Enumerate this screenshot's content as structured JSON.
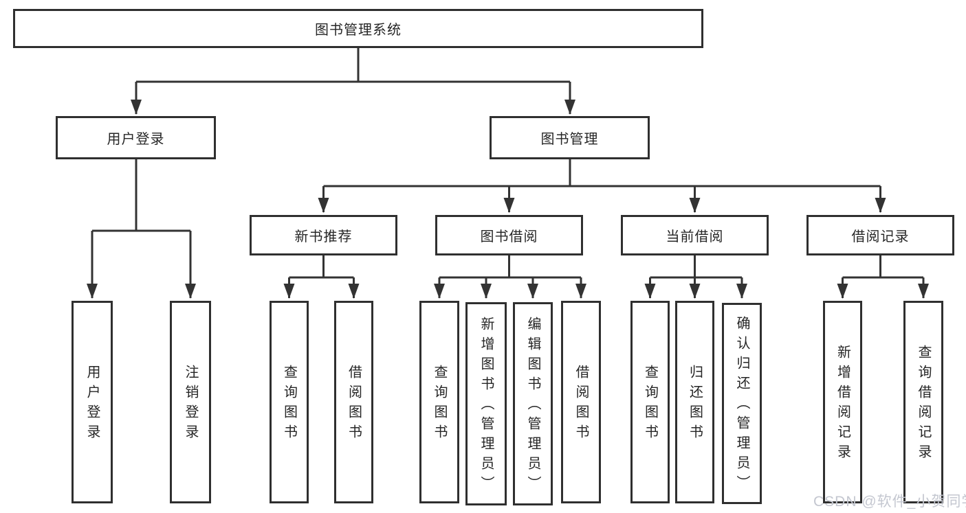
{
  "tree": {
    "root": "图书管理系统",
    "level2": [
      "用户登录",
      "图书管理"
    ],
    "level3": [
      "新书推荐",
      "图书借阅",
      "当前借阅",
      "借阅记录"
    ],
    "leaves": {
      "user_login": [
        "用户登录",
        "注销登录"
      ],
      "new_book_rec": [
        "查询图书",
        "借阅图书"
      ],
      "book_borrow": [
        "查询图书",
        "新增图书（管理员）",
        "编辑图书（管理员）",
        "借阅图书"
      ],
      "current_borrow": [
        "查询图书",
        "归还图书",
        "确认归还（管理员）"
      ],
      "borrow_record": [
        "新增借阅记录",
        "查询借阅记录"
      ]
    }
  },
  "watermark": "CSDN @软件_小贺同学",
  "colors": {
    "line": "#333333",
    "box_border": "#2f2f2f",
    "text": "#262626",
    "watermark": "#c4c7d0",
    "background": "#ffffff"
  }
}
